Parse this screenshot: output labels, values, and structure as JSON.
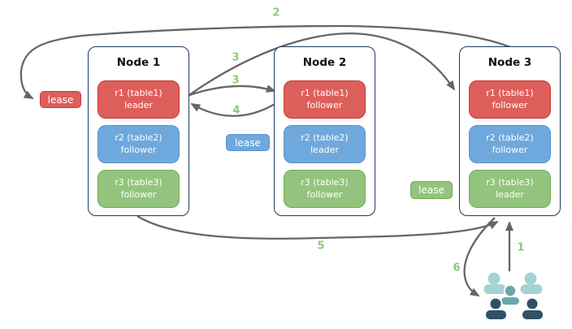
{
  "diagram": {
    "nodes": [
      {
        "title": "Node 1",
        "replicas": [
          {
            "name": "r1 (table1)",
            "role": "leader",
            "color": "red"
          },
          {
            "name": "r2 (table2)",
            "role": "follower",
            "color": "blue"
          },
          {
            "name": "r3 (table3)",
            "role": "follower",
            "color": "green"
          }
        ]
      },
      {
        "title": "Node 2",
        "replicas": [
          {
            "name": "r1 (table1)",
            "role": "follower",
            "color": "red"
          },
          {
            "name": "r2 (table2)",
            "role": "leader",
            "color": "blue"
          },
          {
            "name": "r3 (table3)",
            "role": "follower",
            "color": "green"
          }
        ]
      },
      {
        "title": "Node 3",
        "replicas": [
          {
            "name": "r1 (table1)",
            "role": "follower",
            "color": "red"
          },
          {
            "name": "r2 (table2)",
            "role": "follower",
            "color": "blue"
          },
          {
            "name": "r3 (table3)",
            "role": "leader",
            "color": "green"
          }
        ]
      }
    ],
    "leases": [
      {
        "label": "lease",
        "color": "red"
      },
      {
        "label": "lease",
        "color": "blue"
      },
      {
        "label": "lease",
        "color": "green"
      }
    ],
    "arrow_labels": {
      "step1": "1",
      "step2": "2",
      "step3a": "3",
      "step3b": "3",
      "step4": "4",
      "step5": "5",
      "step6": "6"
    },
    "icons": {
      "users": "users-group-icon"
    }
  },
  "colors": {
    "red_fill": "#dd5f5b",
    "red_border": "#cc3733",
    "blue_fill": "#6fa8dc",
    "blue_border": "#5694d0",
    "green_fill": "#93c47d",
    "green_border": "#74ab58",
    "node_border": "#1f3a5f",
    "arrow": "#666666",
    "step_label": "#8fc87a",
    "users_light": "#a5d2d2",
    "users_mid": "#6ca6aa",
    "users_dark": "#2f5266"
  }
}
